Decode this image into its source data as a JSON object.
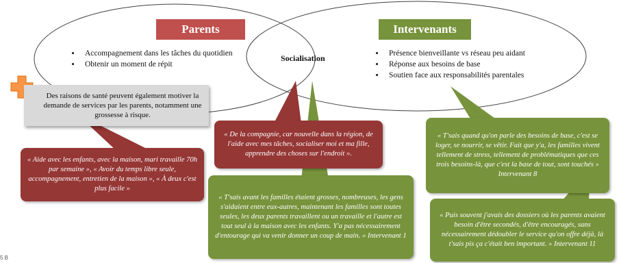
{
  "parents": {
    "title": "Parents",
    "items": [
      "Accompagnement dans les tâches du quotidien",
      "Obtenir un moment de répit"
    ]
  },
  "intervenants": {
    "title": "Intervenants",
    "items": [
      "Présence bienveillante vs réseau peu aidant",
      "Réponse aux besoins de base",
      "Soutien face aux responsabilités parentales"
    ]
  },
  "center_label": "Socialisation",
  "note": {
    "text": "Des raisons de santé peuvent également motiver la demande de services par les parents, notamment une grossesse à risque."
  },
  "quotes": {
    "parents": "« Aide avec les enfants, avec la maison, mari travaille 70h par semaine », « Avoir du temps libre seule, accompagnement, entretien de la maison », « À deux c'est plus facile »",
    "compagnie": "« De la compagnie, car nouvelle dans la région, de l'aide avec mes tâches, socialiser moi et ma fille, apprendre des choses sur l'endroit ».",
    "familles": "« T'sais avant les familles étaient grosses, nombreuses, les gens s'aidaient entre eux-autres, maintenant les familles sont toutes seules, les deux parents travaillent ou un travaille et l'autre est tout seul à la maison avec les enfants. Y'a pas nécessairement d'entourage qui va venir donner un coup de main. » Intervenant 1",
    "besoins": "« T'sais quand qu'on parle des besoins de base, c'est se loger, se nourrir, se vêtir. Fait que y'a, les familles vivent tellement de stress, tellement de problématiques que ces trois besoins-là, que c'est la base de tout, sont touchés » Intervenant 8",
    "dossiers": "« Puis souvent j'avais des dossiers où les parents avaient besoin d'être secondés, d'être encouragés, sans nécessairement dédoubler le service qu'on offre déjà, là t'sais pis ça c'était ben important. » Intervenant 11"
  },
  "page_marker": "5 B",
  "colors": {
    "parents_title": "#c0504d",
    "intervenants_title": "#77933c",
    "red_callout": "#953735",
    "green_callout": "#77933c",
    "plus_icon": "#f79646",
    "note_bg": "#d9d9d9"
  },
  "icons": {
    "note_icon": "plus-icon"
  }
}
